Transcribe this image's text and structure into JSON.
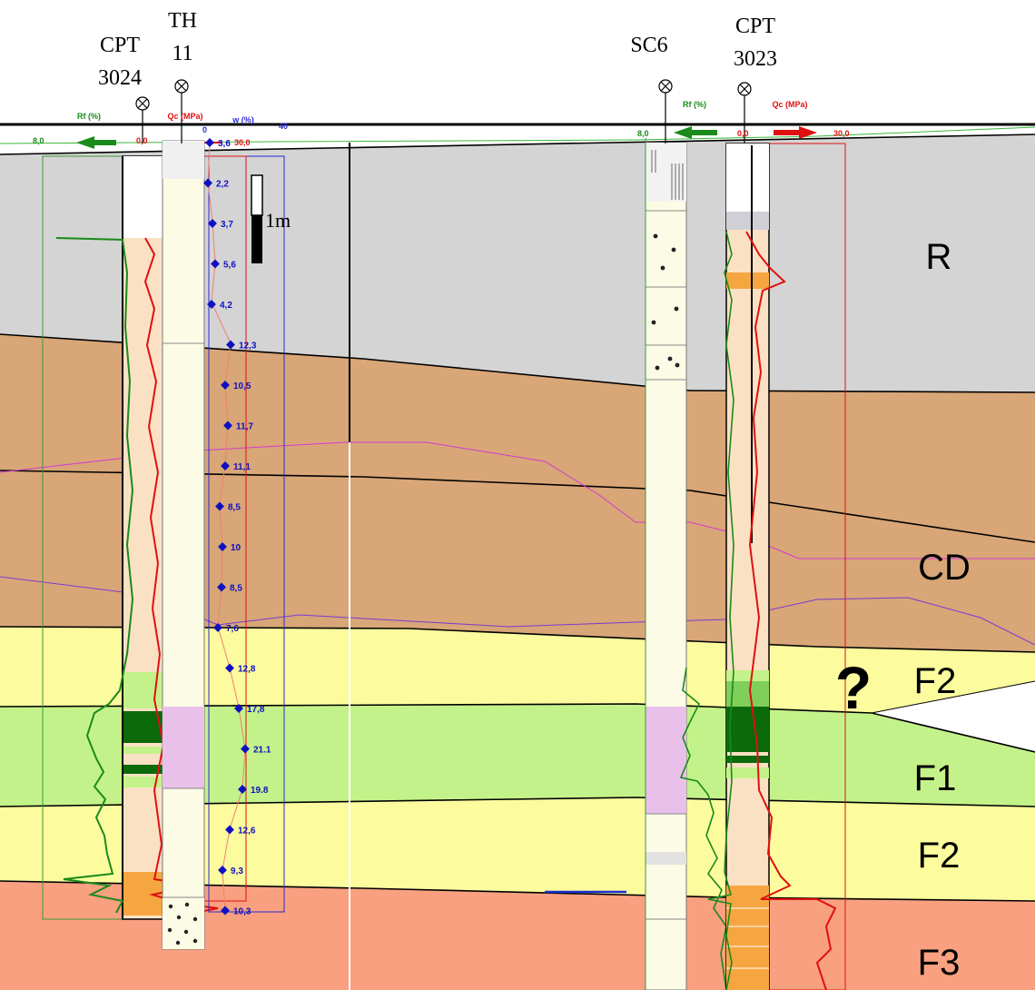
{
  "boreholes": {
    "cpt3024": {
      "line1": "CPT",
      "line2": "3024"
    },
    "th11": {
      "line1": "TH",
      "line2": "11"
    },
    "sc6": {
      "line1": "SC6"
    },
    "cpt3023": {
      "line1": "CPT",
      "line2": "3023"
    }
  },
  "layers": {
    "r": "R",
    "cd": "CD",
    "f2_upper": "F2",
    "f1": "F1",
    "f2_lower": "F2",
    "f3": "F3",
    "uncertain": "?"
  },
  "scale_bar": {
    "label": "1m"
  },
  "cpt_axis_left": {
    "rf_label": "Rf (%)",
    "rf_max": "8,0",
    "rf_min": "0,0",
    "qc_label": "Qc (MPa)",
    "w_label": "w (%)",
    "w_min": "0",
    "w_max": "40",
    "qc_max": "30,0"
  },
  "cpt_axis_right": {
    "rf_label": "Rf (%)",
    "rf_max": "8,0",
    "qc_label": "Qc (MPa)",
    "qc_min": "0,0",
    "qc_max": "30,0"
  },
  "moisture_values": [
    "3,6",
    "2,2",
    "3,7",
    "5,6",
    "4,2",
    "12,3",
    "10,5",
    "11,7",
    "11,1",
    "8,5",
    "10",
    "8,5",
    "7,6",
    "12,8",
    "17,8",
    "21.1",
    "19.8",
    "12,6",
    "9,3",
    "10,3"
  ],
  "colors": {
    "layer_r": "#d4d4d4",
    "layer_cd": "#d8a677",
    "layer_f2": "#fcfc9e",
    "layer_f1": "#c4f28a",
    "layer_f3": "#f8a080",
    "rf_line": "#1a8a1a",
    "qc_line": "#e01010",
    "w_marker": "#1010c0"
  }
}
